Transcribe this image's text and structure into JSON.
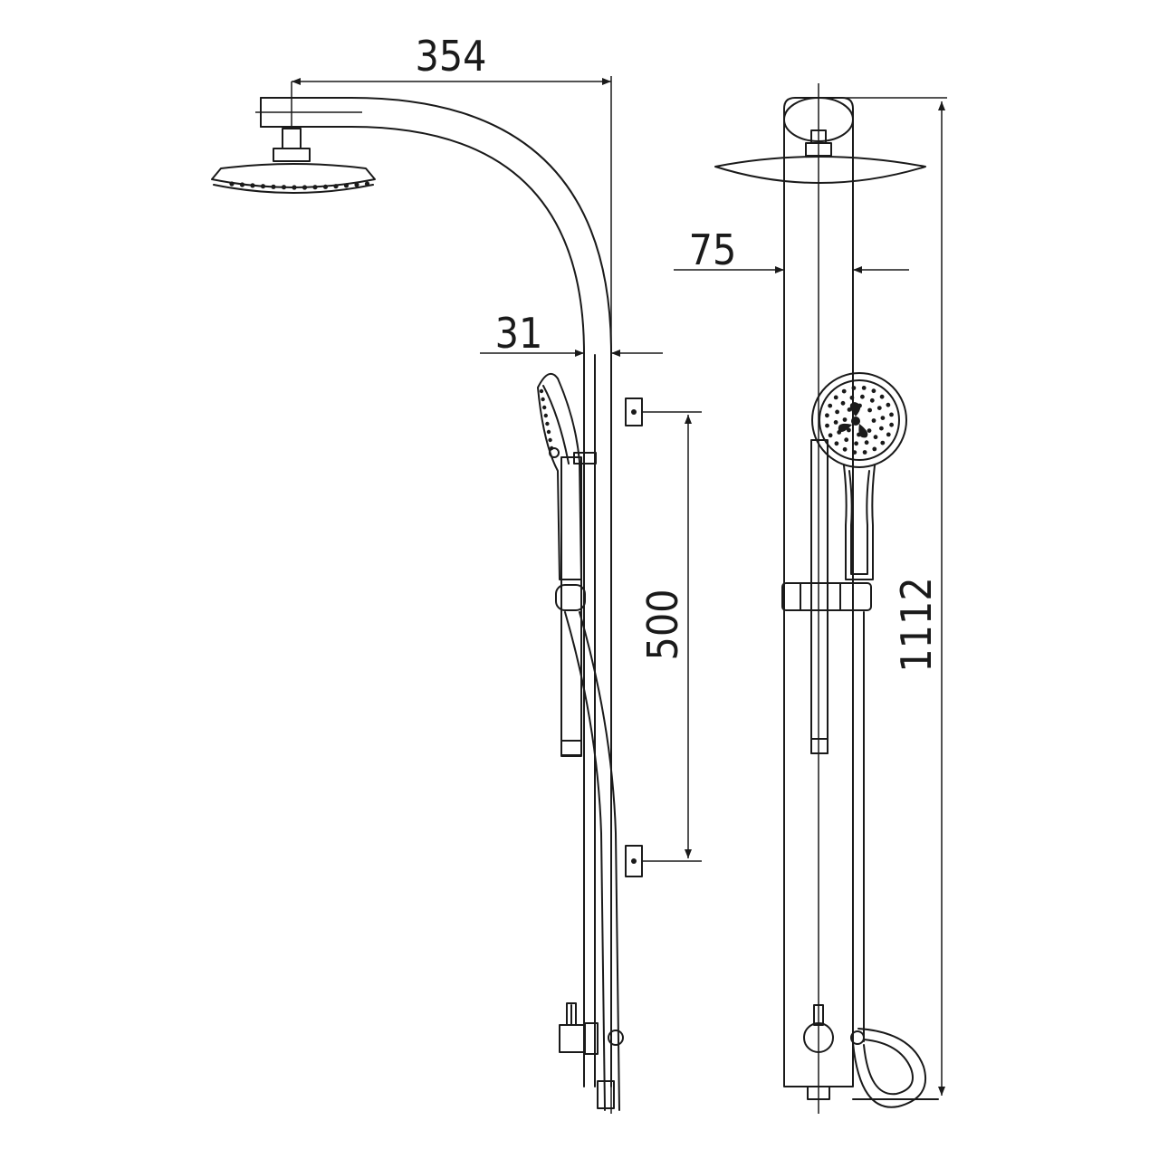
{
  "dimensions": {
    "arm_reach": "354",
    "pipe_offset": "31",
    "bracket_spacing": "500",
    "pipe_width": "75",
    "total_height": "1112"
  },
  "colors": {
    "line": "#1a1a1a",
    "background": "#ffffff"
  }
}
